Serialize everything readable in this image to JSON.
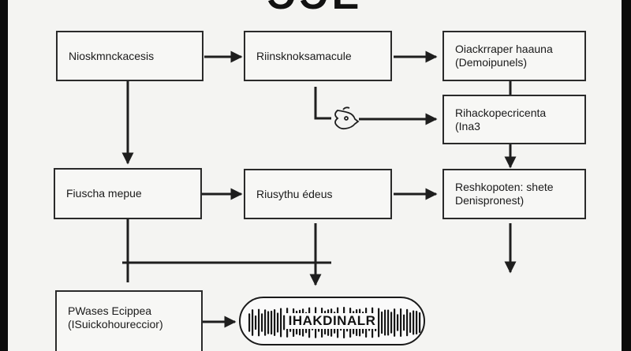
{
  "title": "ЭЭЕ",
  "nodes": {
    "n1": {
      "lines": [
        "Nioskmnckacesis"
      ]
    },
    "n2": {
      "lines": [
        "Riinsknoksamacule"
      ]
    },
    "n3": {
      "lines": [
        "Oiackrraper haauna",
        "(Demoipunels)"
      ]
    },
    "n4": {
      "lines": [
        "Rihackopecricenta",
        "(Ina3"
      ]
    },
    "n5": {
      "lines": [
        "Fiuscha mepue"
      ]
    },
    "n6": {
      "lines": [
        "Riusythu édeus"
      ]
    },
    "n7": {
      "lines": [
        "Reshkopoten: shete",
        "Denispronest)"
      ]
    },
    "n8": {
      "lines": [
        "PWases Ecippea",
        "(ISuickohoureccior)"
      ]
    }
  },
  "output": {
    "label": "IHAKDINALR"
  },
  "colors": {
    "line": "#1e1e1e",
    "background": "#f4f4f2",
    "border": "#2a2a2a"
  }
}
